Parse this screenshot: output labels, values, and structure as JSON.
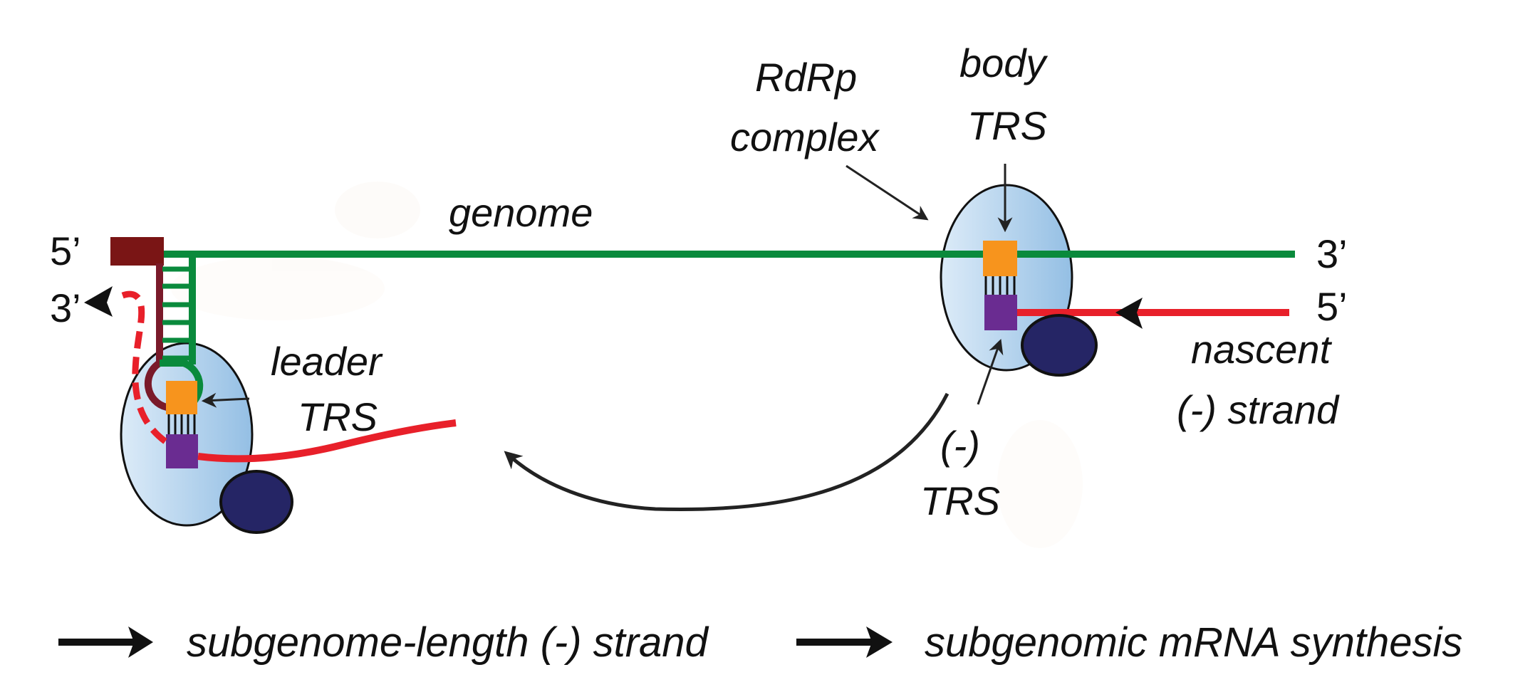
{
  "figure": {
    "colors": {
      "genome_strand": "#0a8a3c",
      "leader_5prime_cap": "#7a1515",
      "leader_stem_dark": "#7a1a2a",
      "nascent_strand": "#e8202a",
      "trs_positive": "#f7941d",
      "trs_negative": "#6a2c91",
      "rdrp_fill_light": "#dcebf8",
      "rdrp_fill_dark": "#9cc4e6",
      "subunit_fill": "#252565",
      "arrow": "#222222"
    },
    "labels": {
      "genome": "genome",
      "rdrp_line1": "RdRp",
      "rdrp_line2": "complex",
      "body_trs_line1": "body",
      "body_trs_line2": "TRS",
      "leader_trs_line1": "leader",
      "leader_trs_line2": "TRS",
      "neg_trs_line1": "(-)",
      "neg_trs_line2": "TRS",
      "nascent_line1": "nascent",
      "nascent_line2": "(-) strand"
    },
    "ends": {
      "left_top": "5’",
      "left_bottom": "3’",
      "right_top": "3’",
      "right_bottom": "5’"
    },
    "pathway": {
      "step1": "subgenome-length (-) strand",
      "step2": "subgenomic mRNA synthesis"
    }
  }
}
